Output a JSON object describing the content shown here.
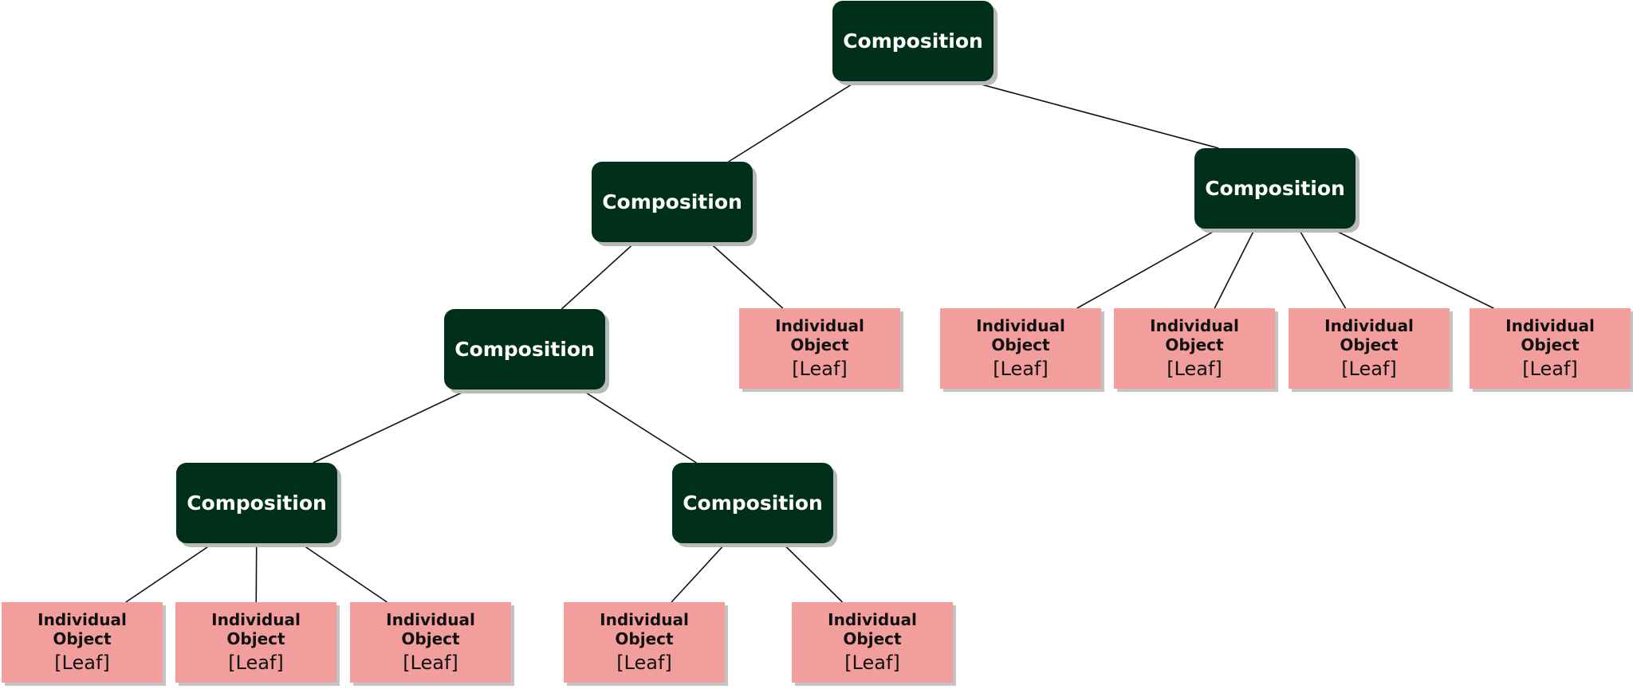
{
  "diagram": {
    "type": "tree",
    "line_color": "#111111",
    "composite_color": "#01301a",
    "leaf_color": "#f29e9c",
    "composite_label": "Composition",
    "leaf_title": "Individual\nObject",
    "leaf_tag": "[Leaf]",
    "nodes": {
      "root": {
        "kind": "composite",
        "label": "Composition"
      },
      "left_comp": {
        "kind": "composite",
        "label": "Composition"
      },
      "right_comp": {
        "kind": "composite",
        "label": "Composition"
      },
      "mid_comp": {
        "kind": "composite",
        "label": "Composition"
      },
      "bottom_left_comp": {
        "kind": "composite",
        "label": "Composition"
      },
      "bottom_mid_comp": {
        "kind": "composite",
        "label": "Composition"
      },
      "leaf_l1": {
        "kind": "leaf",
        "title": "Individual\nObject",
        "tag": "[Leaf]"
      },
      "leaf_r1": {
        "kind": "leaf",
        "title": "Individual\nObject",
        "tag": "[Leaf]"
      },
      "leaf_r2": {
        "kind": "leaf",
        "title": "Individual\nObject",
        "tag": "[Leaf]"
      },
      "leaf_r3": {
        "kind": "leaf",
        "title": "Individual\nObject",
        "tag": "[Leaf]"
      },
      "leaf_r4": {
        "kind": "leaf",
        "title": "Individual\nObject",
        "tag": "[Leaf]"
      },
      "leaf_b1": {
        "kind": "leaf",
        "title": "Individual\nObject",
        "tag": "[Leaf]"
      },
      "leaf_b2": {
        "kind": "leaf",
        "title": "Individual\nObject",
        "tag": "[Leaf]"
      },
      "leaf_b3": {
        "kind": "leaf",
        "title": "Individual\nObject",
        "tag": "[Leaf]"
      },
      "leaf_b4": {
        "kind": "leaf",
        "title": "Individual\nObject",
        "tag": "[Leaf]"
      },
      "leaf_b5": {
        "kind": "leaf",
        "title": "Individual\nObject",
        "tag": "[Leaf]"
      }
    },
    "edges": [
      [
        "root",
        "left_comp"
      ],
      [
        "root",
        "right_comp"
      ],
      [
        "left_comp",
        "mid_comp"
      ],
      [
        "left_comp",
        "leaf_l1"
      ],
      [
        "right_comp",
        "leaf_r1"
      ],
      [
        "right_comp",
        "leaf_r2"
      ],
      [
        "right_comp",
        "leaf_r3"
      ],
      [
        "right_comp",
        "leaf_r4"
      ],
      [
        "mid_comp",
        "bottom_left_comp"
      ],
      [
        "mid_comp",
        "bottom_mid_comp"
      ],
      [
        "bottom_left_comp",
        "leaf_b1"
      ],
      [
        "bottom_left_comp",
        "leaf_b2"
      ],
      [
        "bottom_left_comp",
        "leaf_b3"
      ],
      [
        "bottom_mid_comp",
        "leaf_b4"
      ],
      [
        "bottom_mid_comp",
        "leaf_b5"
      ]
    ]
  }
}
